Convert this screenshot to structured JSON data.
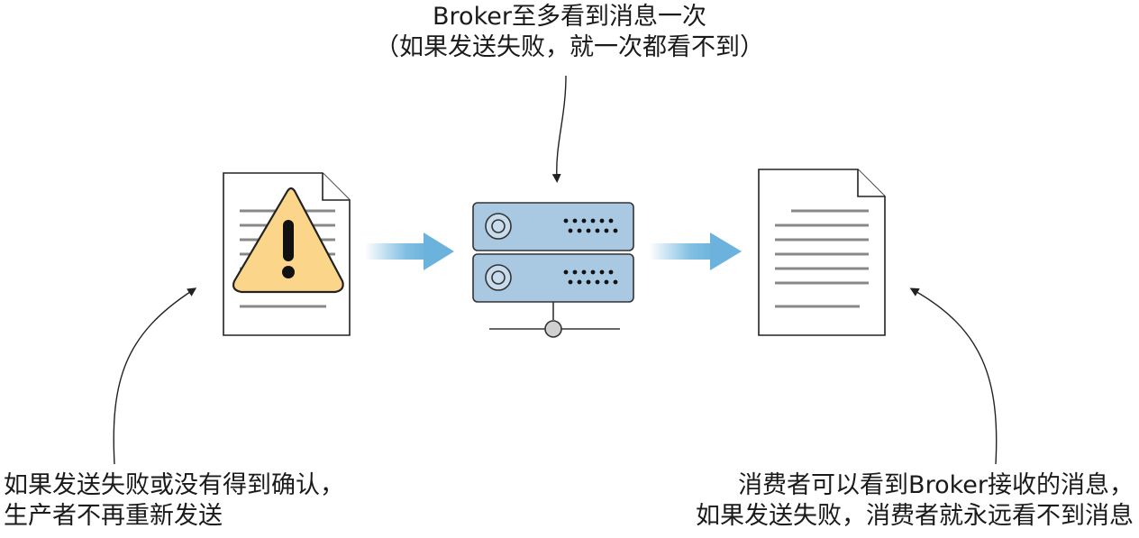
{
  "annotations": {
    "top": {
      "line1": "Broker至多看到消息一次",
      "line2": "（如果发送失败，就一次都看不到）"
    },
    "left": {
      "line1": "如果发送失败或没有得到确认，",
      "line2": "生产者不再重新发送"
    },
    "right": {
      "line1": "消费者可以看到Broker接收的消息，",
      "line2": "如果发送失败，消费者就永远看不到消息"
    }
  },
  "icons": {
    "producer": "document-warning-icon",
    "broker": "server-icon",
    "consumer": "document-icon"
  },
  "colors": {
    "server_fill": "#a9c9e3",
    "warning_fill": "#fbd68a",
    "flow_arrow": "#6bb3dd",
    "line_gray": "#888888"
  }
}
